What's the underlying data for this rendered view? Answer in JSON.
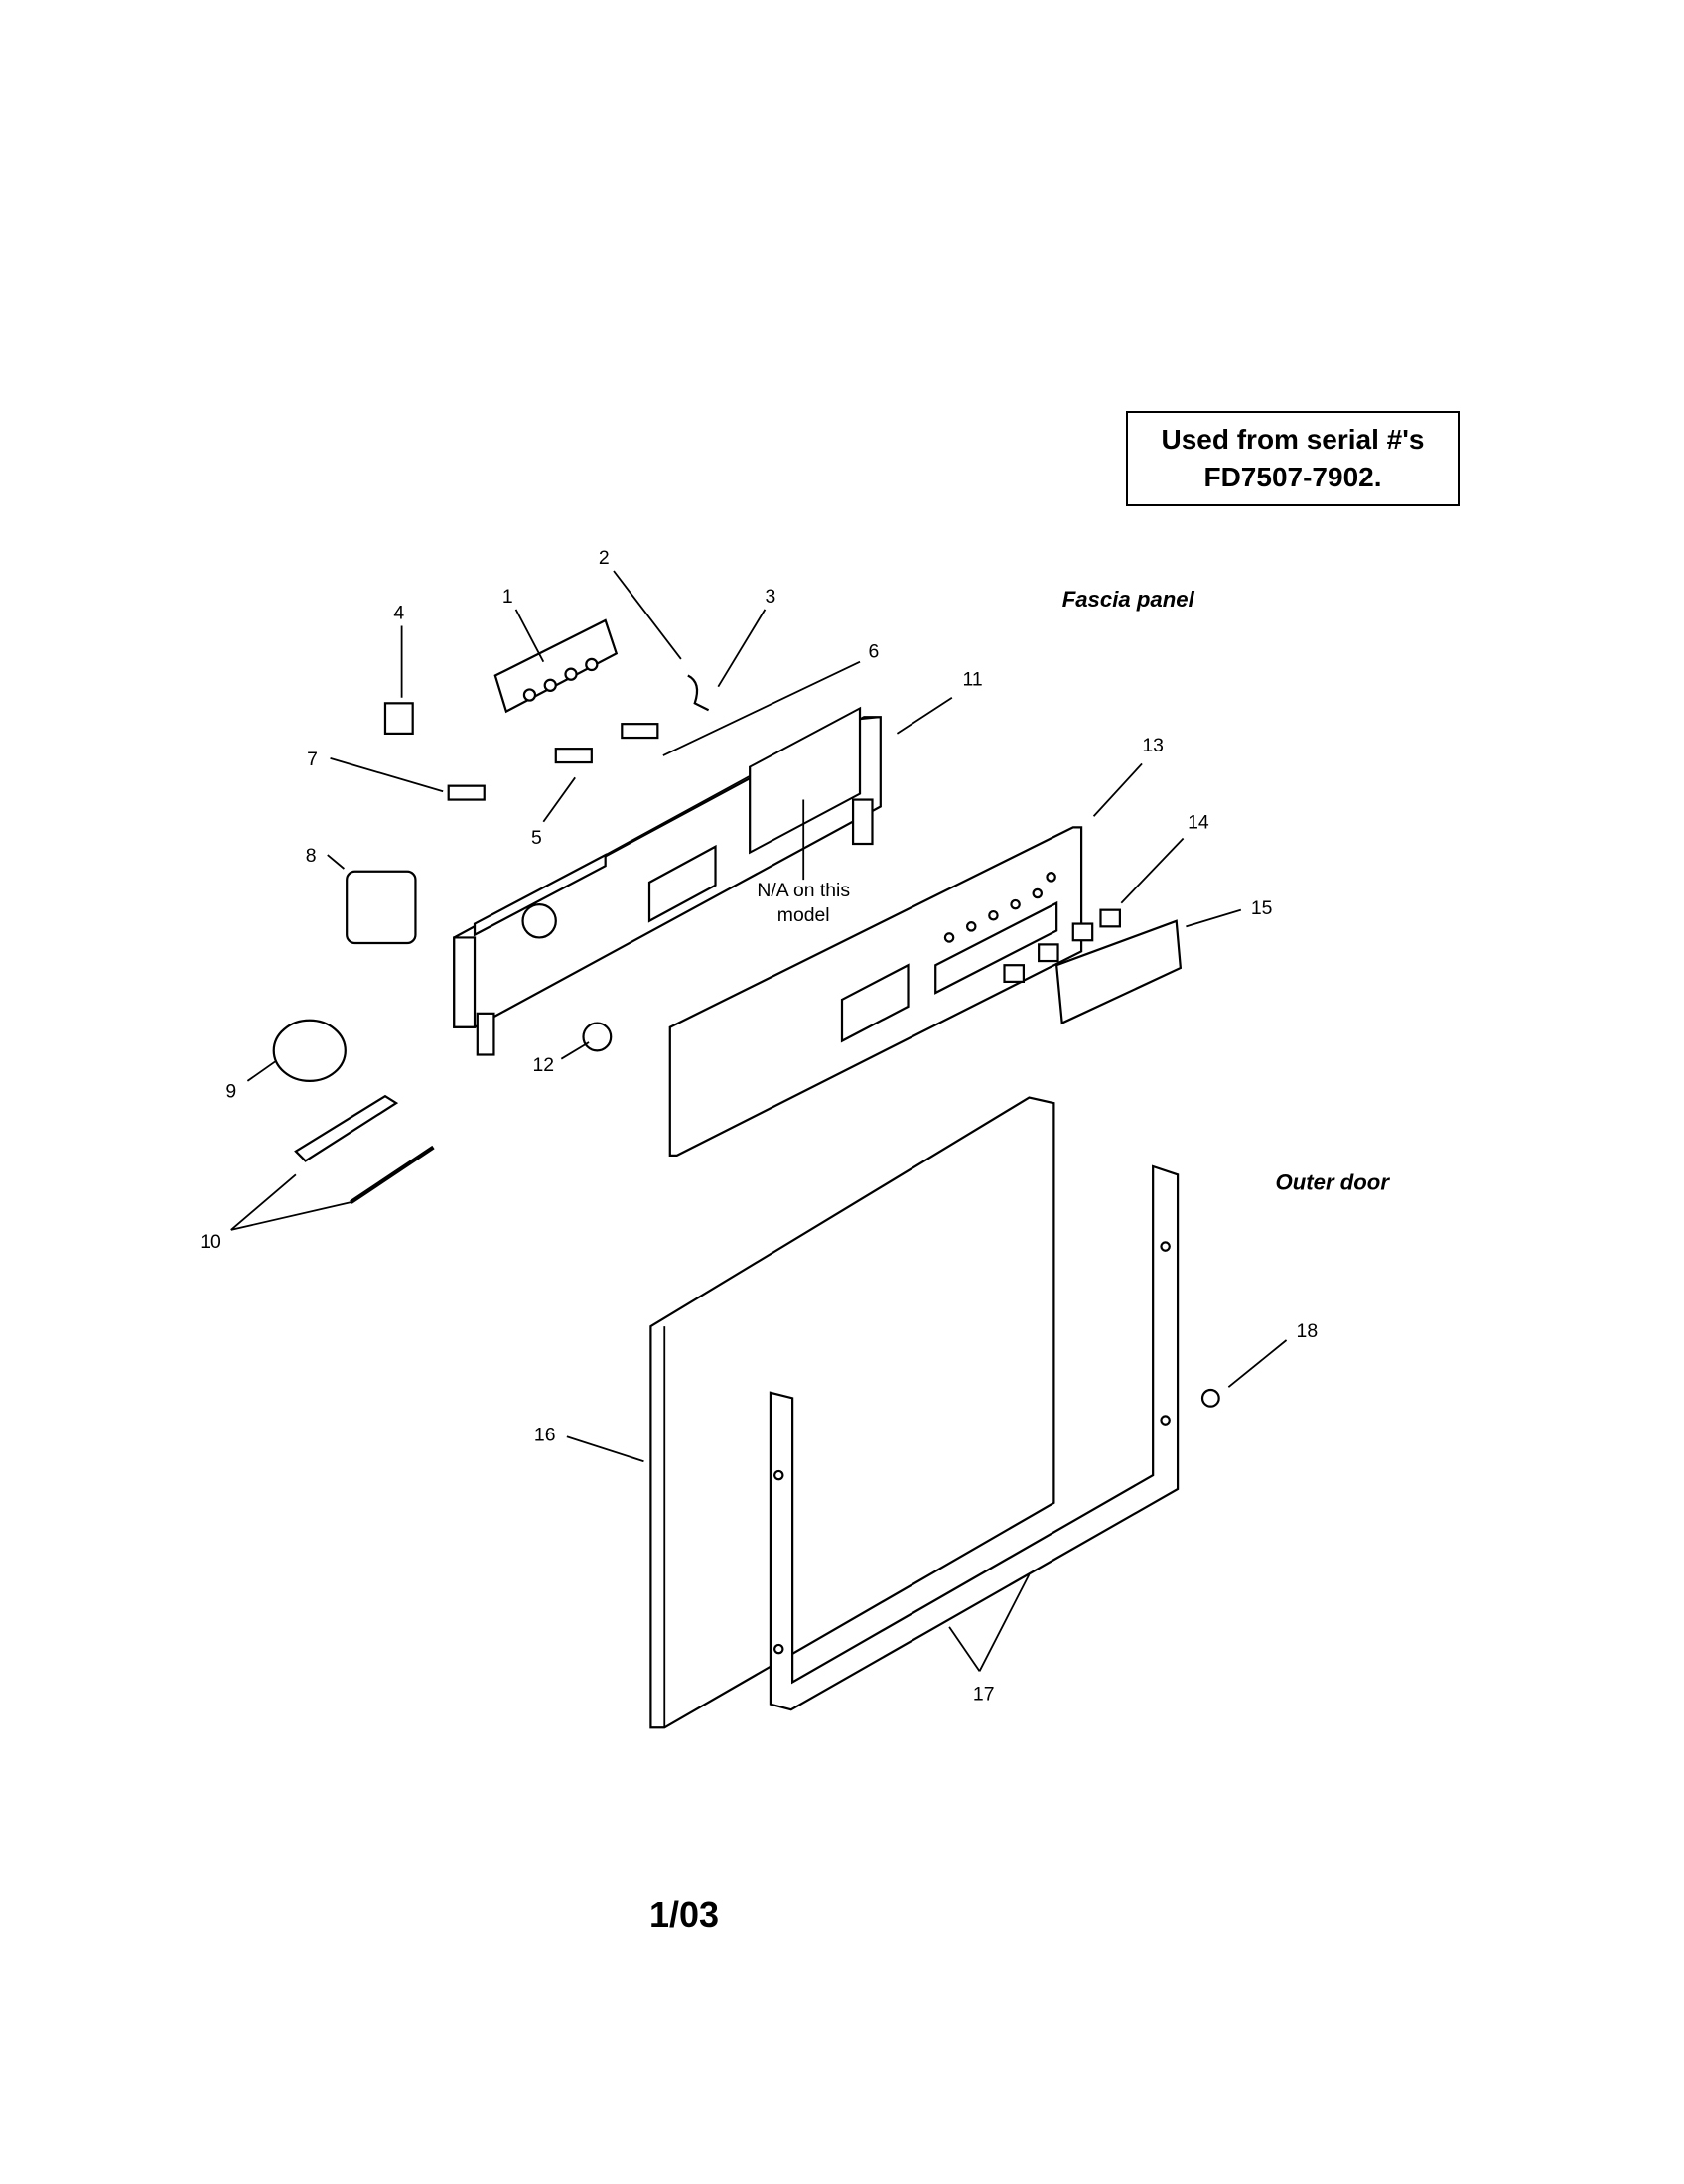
{
  "notice": {
    "line1": "Used from serial #'s",
    "line2": "FD7507-7902."
  },
  "sections": {
    "fascia": "Fascia panel",
    "outer_door": "Outer door"
  },
  "note": {
    "line1": "N/A on this",
    "line2": "model"
  },
  "callouts": [
    "1",
    "2",
    "3",
    "4",
    "5",
    "6",
    "7",
    "8",
    "9",
    "10",
    "11",
    "12",
    "13",
    "14",
    "15",
    "16",
    "17",
    "18"
  ],
  "page_number": "1/03"
}
